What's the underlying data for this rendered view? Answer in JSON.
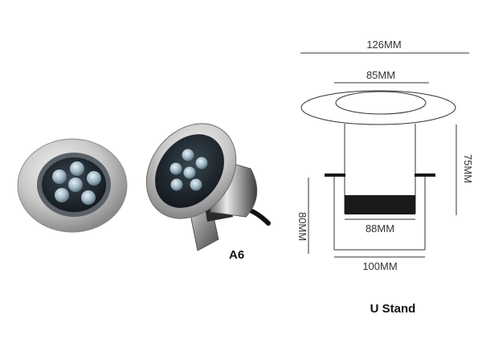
{
  "product": {
    "model_label": "A6",
    "led_count": 6
  },
  "drawing": {
    "caption": "U Stand",
    "dimensions": {
      "top_diameter": "126MM",
      "inner_diameter": "85MM",
      "body_height": "75MM",
      "sleeve_height": "80MM",
      "body_width": "88MM",
      "sleeve_width": "100MM"
    }
  },
  "colors": {
    "steel_light": "#e8e8e8",
    "steel_dark": "#7a7a7a",
    "lens_blue": "#9fb6c4",
    "lens_dark": "#1c2228",
    "line": "#333333",
    "fill_dark": "#1a1a1a"
  }
}
